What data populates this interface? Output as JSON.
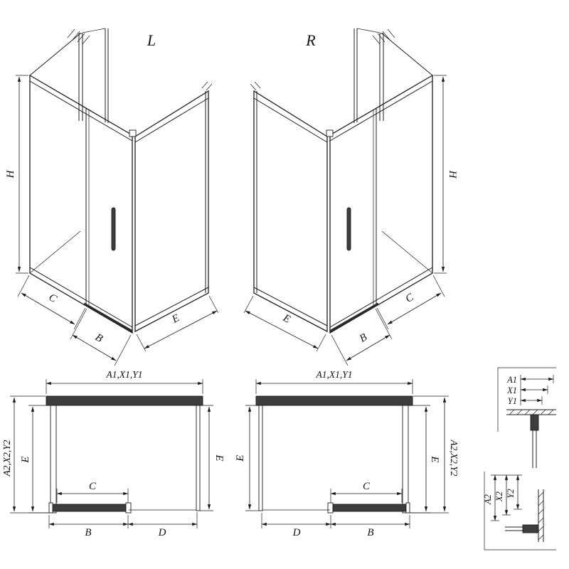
{
  "labels": {
    "variant_left": "L",
    "variant_right": "R",
    "height": "H",
    "opening_c": "C",
    "door_b": "B",
    "depth_e": "E",
    "entry_d": "D",
    "range_top": "A1,X1,Y1",
    "range_side": "A2,X2,Y2",
    "a1": "A1",
    "x1": "X1",
    "y1": "Y1",
    "a2": "A2",
    "x2": "X2",
    "y2": "Y2"
  },
  "colors": {
    "line": "#1c1c1c",
    "dark": "#3d3d3d"
  }
}
